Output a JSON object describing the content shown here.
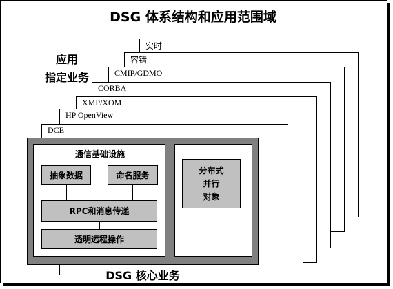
{
  "title": "DSG 体系结构和应用范围域",
  "application_label": [
    "应用",
    "指定业务"
  ],
  "layers": [
    "实时",
    "容错",
    "CMIP/GDMO",
    "CORBA",
    "XMP/XOM",
    "HP OpenView",
    "DCE"
  ],
  "core": {
    "label": "DSG 核心业务",
    "infrastructure": {
      "title": "通信基础设施",
      "abstract_data": "抽象数据",
      "naming_service": "命名服务",
      "rpc": "RPC和消息传递",
      "transparent_ops": "透明远程操作"
    },
    "distributed": [
      "分布式",
      "并行",
      "对象"
    ]
  },
  "colors": {
    "core_frame": "#808080",
    "component_fill": "#c0c0c0",
    "line": "#000000"
  }
}
